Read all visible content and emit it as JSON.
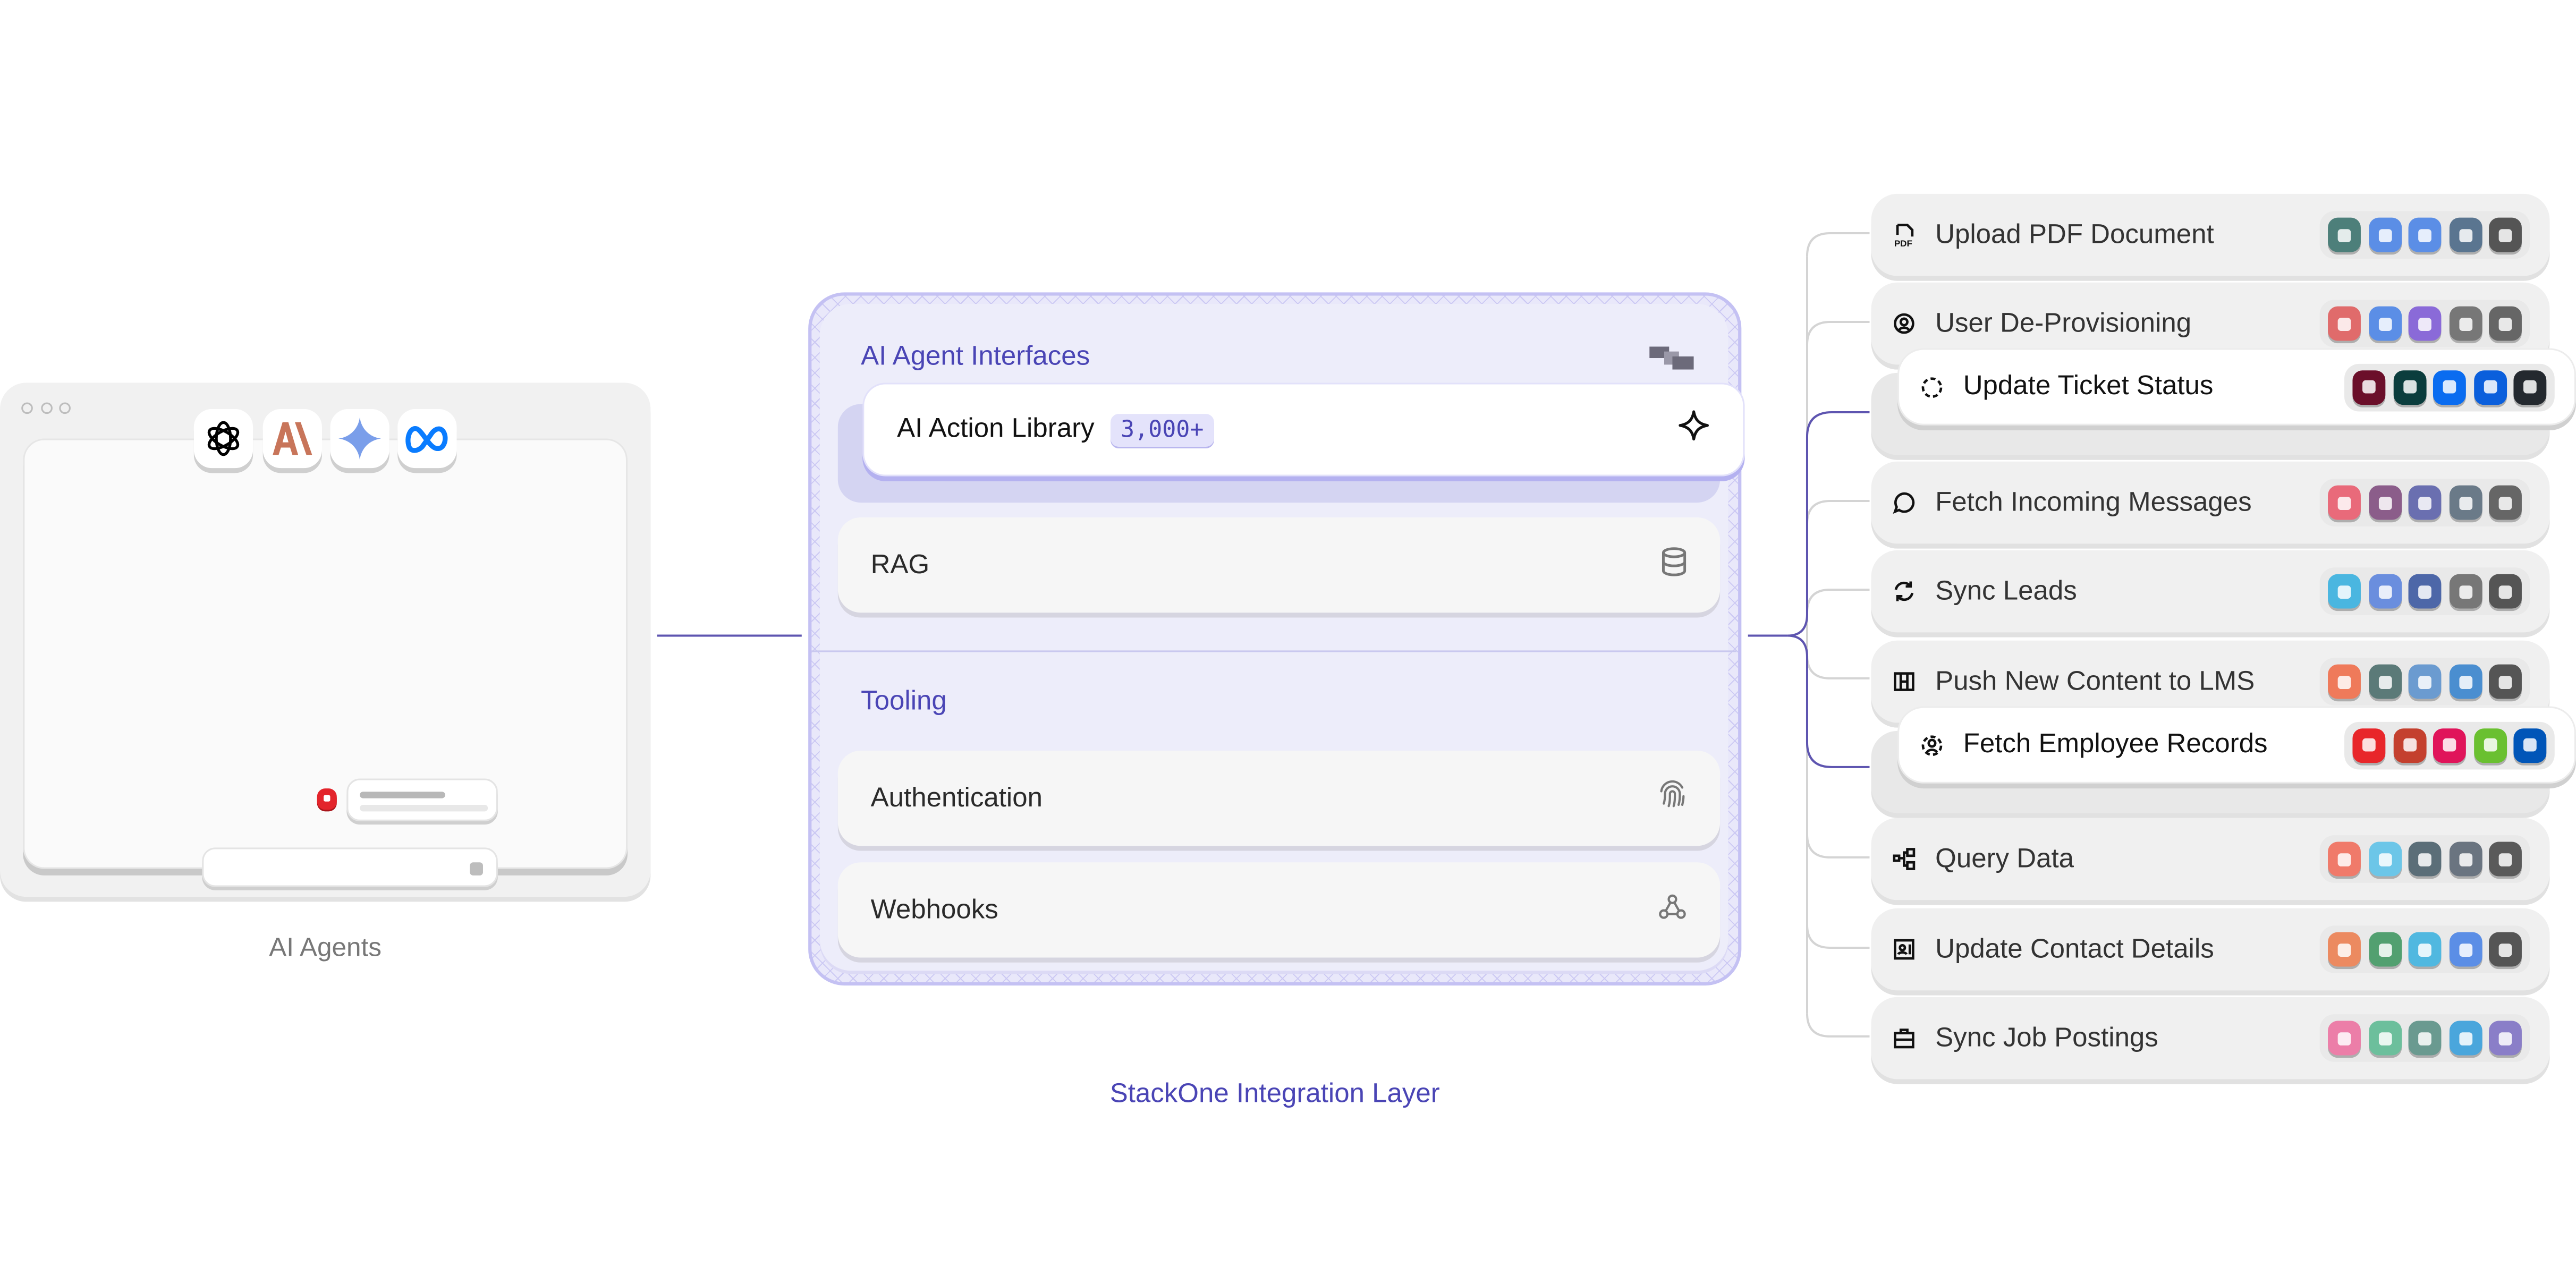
{
  "agents": {
    "label": "AI Agents",
    "window_controls": [
      "circle",
      "circle",
      "circle"
    ],
    "logos": [
      {
        "name": "openai-icon",
        "color": "#000000"
      },
      {
        "name": "anthropic-icon",
        "color": "#c8755a",
        "text": "A\\"
      },
      {
        "name": "gemini-icon",
        "color": "#7a9eea"
      },
      {
        "name": "meta-icon",
        "color": "#0a7cff"
      }
    ]
  },
  "integration": {
    "label": "StackOne Integration Layer",
    "sections": [
      {
        "title": "AI Agent Interfaces",
        "icon": "stackone-logo-icon",
        "items": [
          {
            "label": "AI Action Library",
            "badge": "3,000+",
            "icon": "sparkle-icon",
            "featured": true
          },
          {
            "label": "RAG",
            "icon": "database-icon"
          }
        ]
      },
      {
        "title": "Tooling",
        "items": [
          {
            "label": "Authentication",
            "icon": "fingerprint-icon"
          },
          {
            "label": "Webhooks",
            "icon": "webhook-icon"
          }
        ]
      }
    ]
  },
  "actions": [
    {
      "label": "Upload PDF Document",
      "icon": "pdf-file-icon",
      "tiles": [
        [
          "sharepoint",
          "#4d7f7a"
        ],
        [
          "dropbox",
          "#5b8ee6"
        ],
        [
          "confluence",
          "#5b8ee6"
        ],
        [
          "onedrive",
          "#5a7590"
        ],
        [
          "notion",
          "#555555"
        ]
      ]
    },
    {
      "label": "User De-Provisioning",
      "icon": "user-circle-icon",
      "tiles": [
        [
          "lastpass",
          "#e06b6b"
        ],
        [
          "bitwarden",
          "#5b8ee6"
        ],
        [
          "app-purple",
          "#8a6ad8"
        ],
        [
          "1password",
          "#777777"
        ],
        [
          "okta",
          "#666666"
        ]
      ]
    },
    {
      "label": "Update Ticket Status",
      "icon": "dashed-circle-icon",
      "featured": true,
      "tiles": [
        [
          "asana",
          "#6b0f2a"
        ],
        [
          "zendesk",
          "#0b3d3d"
        ],
        [
          "trello",
          "#0a6cf0"
        ],
        [
          "jira",
          "#0b5fdc"
        ],
        [
          "github",
          "#24292f"
        ]
      ]
    },
    {
      "label": "Fetch Incoming Messages",
      "icon": "chat-bubble-icon",
      "tiles": [
        [
          "twilio",
          "#e96a7a"
        ],
        [
          "slack",
          "#8b5d8a"
        ],
        [
          "teams",
          "#6a6fb0"
        ],
        [
          "intercom",
          "#6a7a88"
        ],
        [
          "gmail",
          "#666666"
        ]
      ]
    },
    {
      "label": "Sync Leads",
      "icon": "refresh-icon",
      "tiles": [
        [
          "salesforce",
          "#4ab6e0"
        ],
        [
          "pipedrive",
          "#6a8ede"
        ],
        [
          "copper",
          "#4d67a8"
        ],
        [
          "brevo",
          "#777777"
        ],
        [
          "close",
          "#555555"
        ]
      ]
    },
    {
      "label": "Push New Content to LMS",
      "icon": "grid-layout-icon",
      "tiles": [
        [
          "docebo",
          "#ef7a5a"
        ],
        [
          "go1",
          "#5b7a78"
        ],
        [
          "lms-cloud",
          "#6b9bd0"
        ],
        [
          "linkedin",
          "#4a8ed0"
        ],
        [
          "udemy",
          "#555555"
        ]
      ]
    },
    {
      "label": "Fetch Employee Records",
      "icon": "users-icon",
      "featured": true,
      "tiles": [
        [
          "adp",
          "#e8262a"
        ],
        [
          "oracle",
          "#c4402e"
        ],
        [
          "hibob",
          "#e0145a"
        ],
        [
          "bamboohr",
          "#6ac030"
        ],
        [
          "workday",
          "#0055b8"
        ]
      ]
    },
    {
      "label": "Query Data",
      "icon": "data-flow-icon",
      "tiles": [
        [
          "databricks",
          "#f07a6a"
        ],
        [
          "snowflake",
          "#6cc6e8"
        ],
        [
          "mongodb",
          "#5b6e78"
        ],
        [
          "aws",
          "#6a7480"
        ],
        [
          "openai-data",
          "#5a5a5a"
        ]
      ]
    },
    {
      "label": "Update Contact Details",
      "icon": "contact-card-icon",
      "tiles": [
        [
          "hubspot",
          "#ec8a60"
        ],
        [
          "pipedrive-p",
          "#52a070"
        ],
        [
          "salesforce",
          "#50b8e0"
        ],
        [
          "dynamics",
          "#5b8ee6"
        ],
        [
          "attio",
          "#555555"
        ]
      ]
    },
    {
      "label": "Sync Job Postings",
      "icon": "briefcase-icon",
      "tiles": [
        [
          "teamtailor",
          "#ec7ea8"
        ],
        [
          "greenhouse",
          "#6cbf9c"
        ],
        [
          "workable",
          "#6a9a90"
        ],
        [
          "sap",
          "#4aa6dc"
        ],
        [
          "ashby",
          "#8a7ec8"
        ]
      ]
    }
  ],
  "colors": {
    "accent": "#4a45b5",
    "connector": "#5e55b0",
    "connector_muted": "#d4d4d4"
  }
}
